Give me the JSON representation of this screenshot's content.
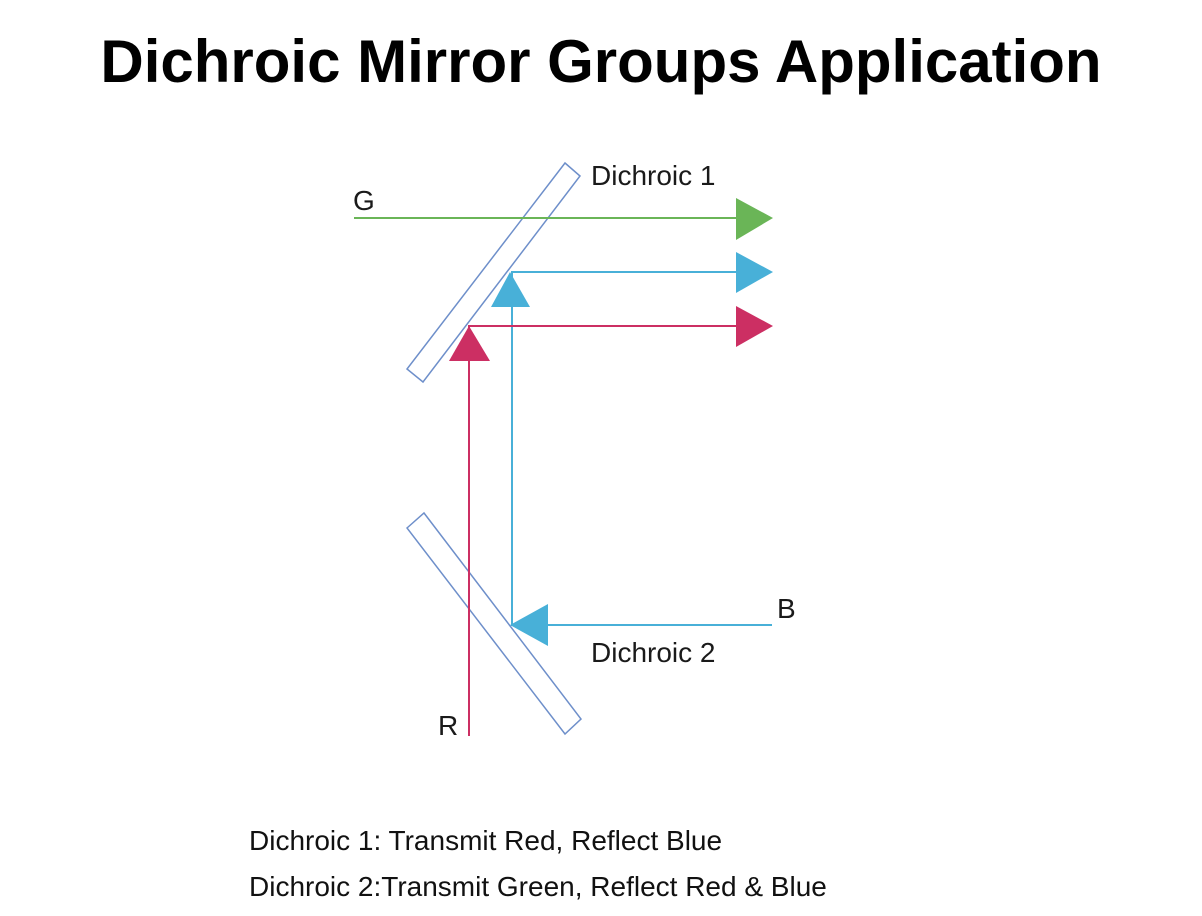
{
  "title": "Dichroic Mirror Groups Application",
  "diagram": {
    "mirrors": [
      {
        "label": "Dichroic 1",
        "color": "#6e8fca"
      },
      {
        "label": "Dichroic 2",
        "color": "#6e8fca"
      }
    ],
    "beams": [
      {
        "label": "G",
        "color": "#6ab557"
      },
      {
        "label": "B",
        "color": "#48b0d8"
      },
      {
        "label": "R",
        "color": "#cc2f63"
      }
    ]
  },
  "notes": [
    "Dichroic 1: Transmit Red, Reflect Blue",
    "Dichroic 2:Transmit Green, Reflect Red & Blue"
  ]
}
